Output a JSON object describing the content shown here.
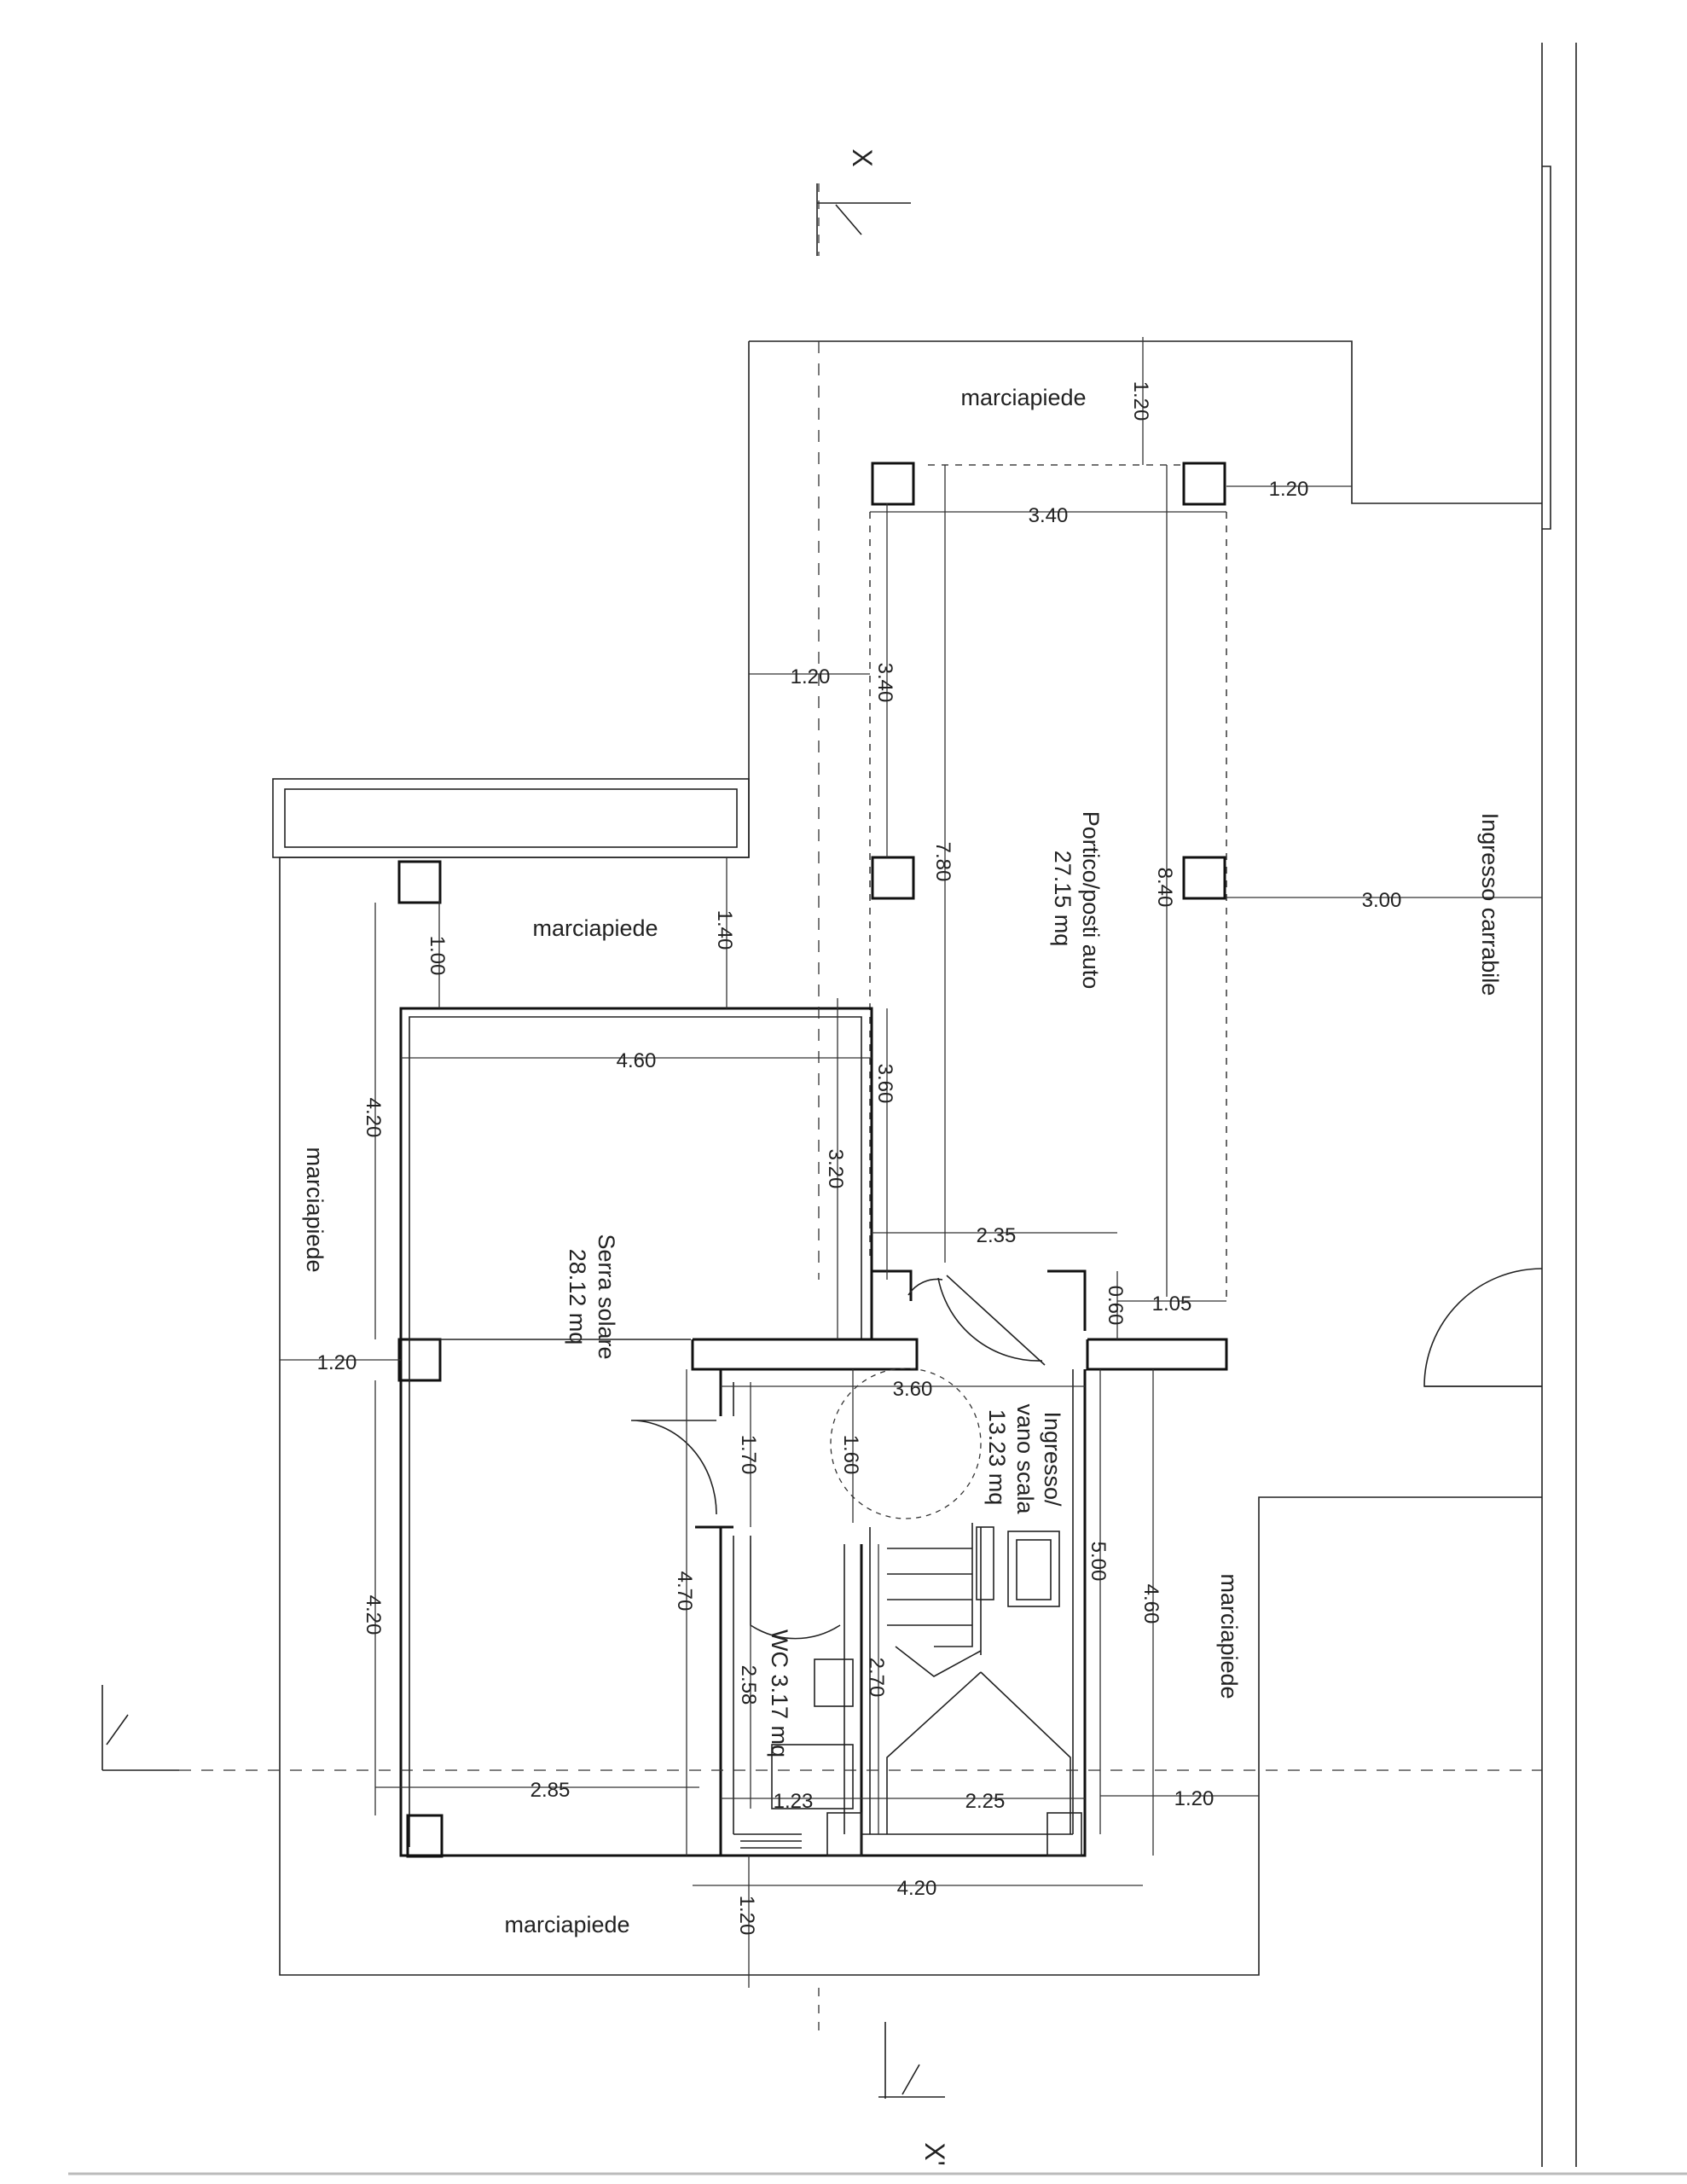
{
  "plan": {
    "markers": {
      "section_top": "X",
      "section_bottom": "X'"
    },
    "rooms": {
      "marciapiede_top": "marciapiede",
      "marciapiede_middle": "marciapiede",
      "marciapiede_left": "marciapiede",
      "marciapiede_right": "marciapiede",
      "marciapiede_bottom": "marciapiede",
      "portico_name": "Portico/posti auto",
      "portico_area": "27.15 mq",
      "ingresso_carrabile": "Ingresso carrabile",
      "serra_name": "Serra solare",
      "serra_area": "28.12 mq",
      "ingresso_name_1": "Ingresso/",
      "ingresso_name_2": "vano scala",
      "ingresso_area": "13.23 mq",
      "wc": "WC 3.17 mq"
    },
    "dimensions": {
      "d_top_120": "1.20",
      "d_pillar_120": "1.20",
      "d_340_h": "3.40",
      "d_340_v": "3.40",
      "d_left_120": "1.20",
      "d_780": "7.80",
      "d_840": "8.40",
      "d_300": "3.00",
      "d_140": "1.40",
      "d_100": "1.00",
      "d_460": "4.60",
      "d_360_v": "3.60",
      "d_320": "3.20",
      "d_420_a": "4.20",
      "d_235": "2.35",
      "d_060": "0.60",
      "d_105": "1.05",
      "d_120_mid": "1.20",
      "d_360_h": "3.60",
      "d_170": "1.70",
      "d_160": "1.60",
      "d_500": "5.00",
      "d_470": "4.70",
      "d_420_b": "4.20",
      "d_460_r": "4.60",
      "d_258": "2.58",
      "d_270": "2.70",
      "d_285": "2.85",
      "d_123": "1.23",
      "d_225": "2.25",
      "d_120_r": "1.20",
      "d_420_c": "4.20",
      "d_120_bot": "1.20"
    }
  }
}
